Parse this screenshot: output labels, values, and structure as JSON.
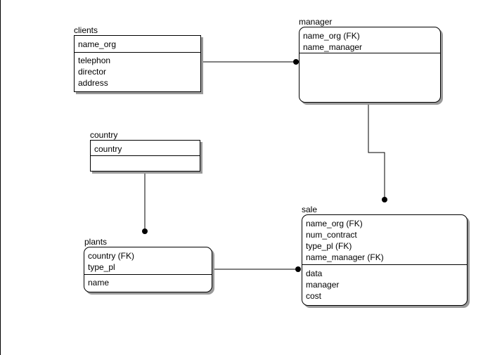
{
  "entities": {
    "clients": {
      "name": "clients",
      "keys": [
        "name_org"
      ],
      "attributes": [
        "telephon",
        "director",
        "address"
      ]
    },
    "manager": {
      "name": "manager",
      "keys": [
        "name_org (FK)",
        "name_manager"
      ],
      "attributes": []
    },
    "country": {
      "name": "country",
      "keys": [
        "country"
      ],
      "attributes": []
    },
    "plants": {
      "name": "plants",
      "keys": [
        "country (FK)",
        "type_pl"
      ],
      "attributes": [
        "name"
      ]
    },
    "sale": {
      "name": "sale",
      "keys": [
        "name_org (FK)",
        "num_contract",
        "type_pl (FK)",
        "name_manager (FK)"
      ],
      "attributes": [
        "data",
        "manager",
        "cost"
      ]
    }
  },
  "relationships": [
    {
      "from": "clients",
      "to": "manager"
    },
    {
      "from": "manager",
      "to": "sale"
    },
    {
      "from": "country",
      "to": "plants"
    },
    {
      "from": "plants",
      "to": "sale"
    }
  ]
}
